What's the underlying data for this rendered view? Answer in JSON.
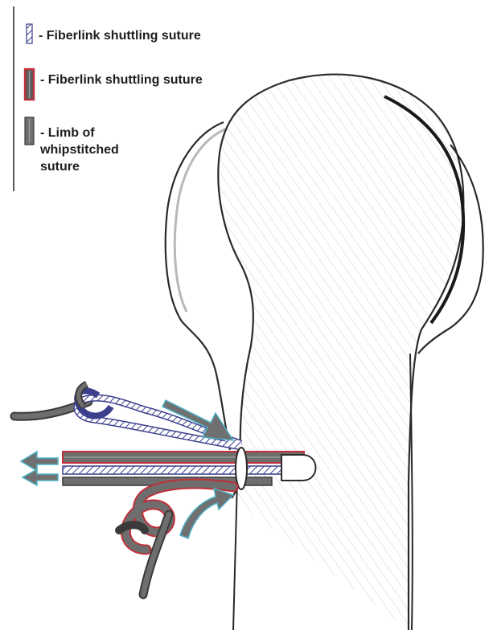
{
  "legend": {
    "items": [
      {
        "id": "blue-hatched",
        "label_lines": [
          "- Fiberlink shuttling suture"
        ],
        "icon": "blue-hatched-suture-icon"
      },
      {
        "id": "red-outlined",
        "label_lines": [
          "- Fiberlink shuttling suture"
        ],
        "icon": "red-outlined-suture-icon"
      },
      {
        "id": "grey-limb",
        "label_lines": [
          "- Limb of",
          "whipstitched",
          "suture"
        ],
        "icon": "grey-suture-limb-icon"
      }
    ]
  },
  "colors": {
    "outline": "#2a2a2a",
    "shading": "#9a9a9a",
    "suture_grey": "#6e6e6e",
    "suture_blue": "#3b3f8c",
    "suture_red": "#c0303a",
    "arrow_fill": "#707070",
    "arrow_edge": "#4fb3c8"
  }
}
